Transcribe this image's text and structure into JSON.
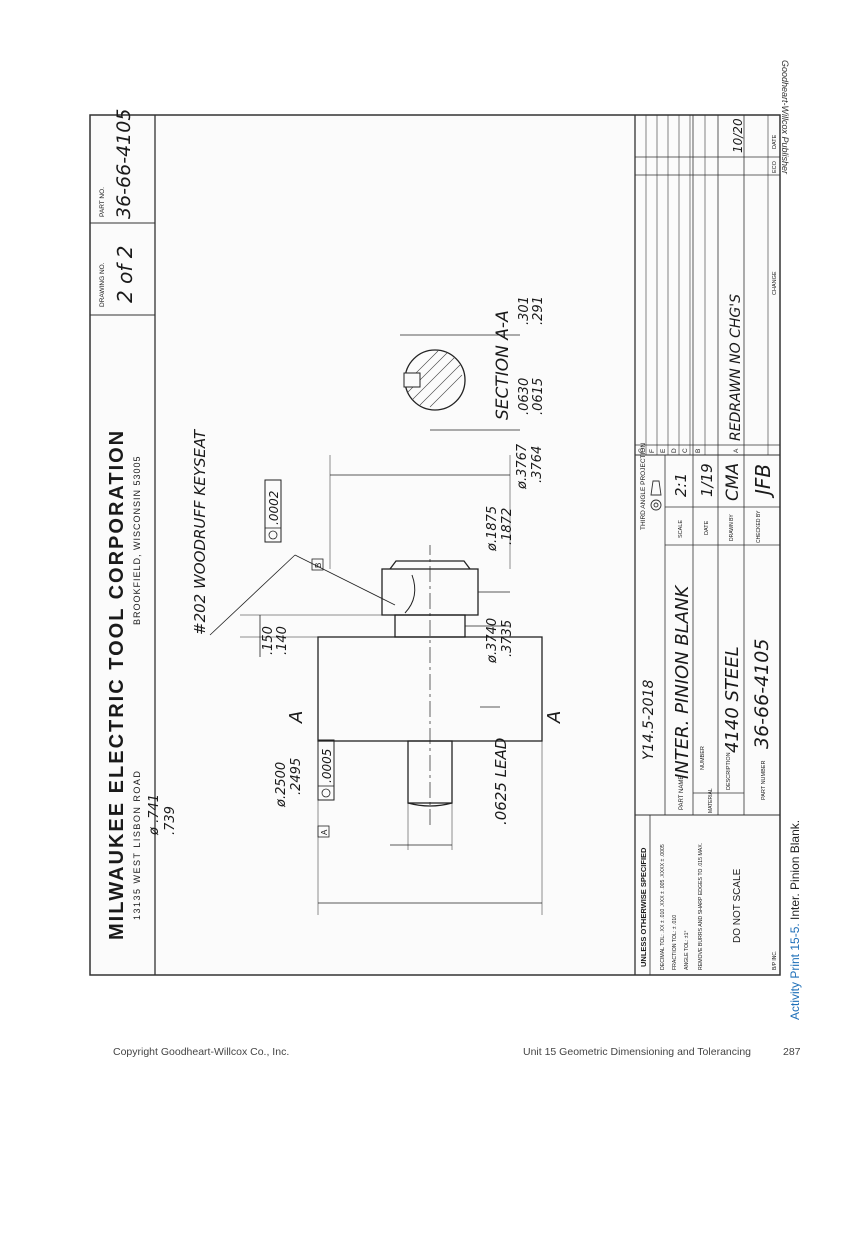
{
  "publisher_credit": "Goodheart-Willcox Publisher",
  "caption": {
    "label": "Activity Print 15-5.",
    "text": " Inter. Pinion Blank."
  },
  "footer": {
    "copyright": "Copyright Goodheart-Willcox Co., Inc.",
    "unit": "Unit 15   Geometric Dimensioning and Tolerancing",
    "page": "287"
  },
  "drawing": {
    "company": "MILWAUKEE ELECTRIC TOOL CORPORATION",
    "address_left": "13135 WEST LISBON ROAD",
    "address_right": "BROOKFIELD, WISCONSIN 53005",
    "drawing_no_label": "DRAWING NO.",
    "drawing_no": "2 of 2",
    "part_no_label": "PART NO.",
    "part_no": "36-66-4105",
    "standard": "Y14.5-2018",
    "third_angle": "THIRD ANGLE PROJECTION",
    "tolerance": {
      "header": "UNLESS OTHERWISE SPECIFIED",
      "decimal": "DECIMAL TOL: .XX ± .010  .XXX ± .005  .XXXX ± .0005",
      "fraction": "FRACTION TOL: ± .010",
      "angle": "ANGLE TOL: ±1°",
      "burrs": "REMOVE BURRS AND SHARP EDGES TO .015 MAX.",
      "do_not_scale": "DO NOT SCALE"
    },
    "title_block": {
      "part_name_label": "PART NAME",
      "part_name": "INTER. PINION BLANK",
      "number_label": "NUMBER",
      "material_label": "MATERIAL",
      "description_label": "DESCRIPTION",
      "material": "4140 STEEL",
      "part_number_label": "PART NUMBER",
      "part_number": "36-66-4105",
      "scale_label": "SCALE",
      "scale": "2:1",
      "date_label": "DATE",
      "date": "1/19",
      "drawn_label": "DRAWN BY",
      "drawn": "CMA",
      "checked_label": "CHECKED BY",
      "checked": "JFB"
    },
    "revisions": {
      "letters": [
        "G",
        "F",
        "E",
        "D",
        "C",
        "B",
        "A"
      ],
      "a_change": "REDRAWN   NO CHG'S",
      "a_date": "10/20",
      "change_label": "CHANGE",
      "eco_label": "ECO",
      "date_label": "DATE"
    },
    "dims": {
      "woodruff": "#202 WOODRUFF KEYSEAT",
      "dia_small": "ø.2500",
      "dia_small_2": ".2495",
      "dia_large": "ø .741",
      "dia_large_2": ".739",
      "len_150": ".150",
      "len_140": ".140",
      "dia_3740": "ø.3740",
      "dia_3735": ".3735",
      "dia_1875": "ø.1875",
      "dia_1872": ".1872",
      "dia_3767": "ø.3767",
      "dia_3764": ".3764",
      "lead": ".0625 LEAD",
      "sec_0630": ".0630",
      "sec_0615": ".0615",
      "sec_301": ".301",
      "sec_291": ".291",
      "section": "SECTION A-A",
      "cut_a": "A",
      "fcf_1": ".0005",
      "fcf_2": ".0002",
      "datum_a": "A",
      "datum_b": "B"
    },
    "bp_inc": "B/P INC."
  }
}
